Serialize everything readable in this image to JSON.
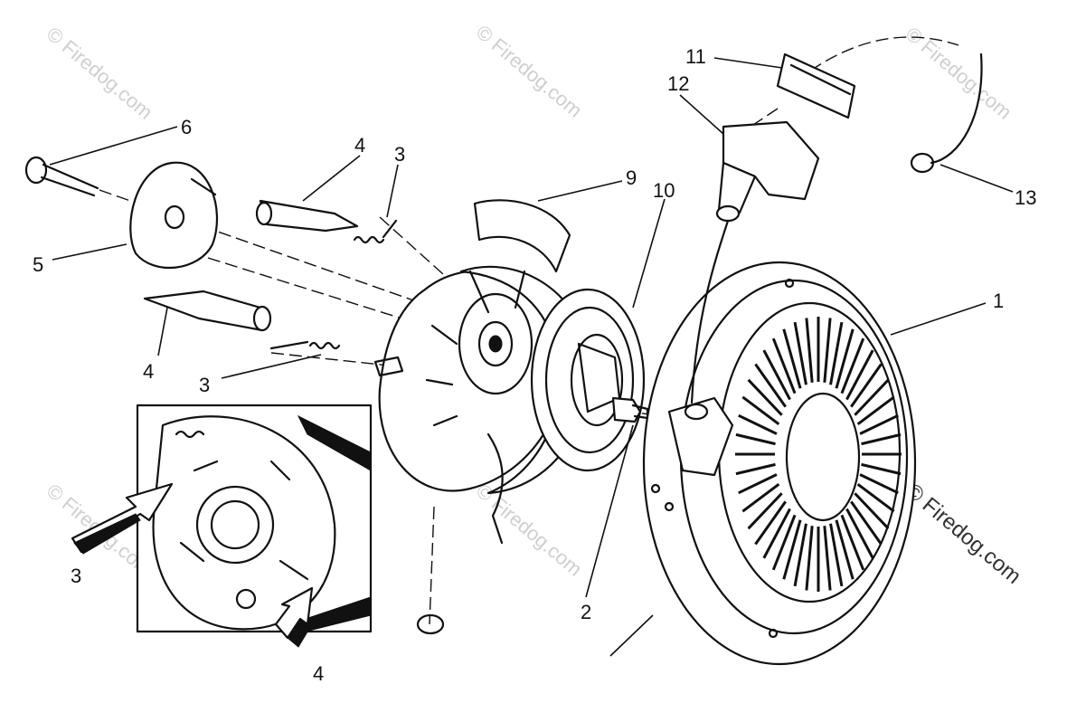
{
  "diagram": {
    "callouts": {
      "c1": "1",
      "c2": "2",
      "c3a": "3",
      "c3b": "3",
      "c3c": "3",
      "c4a": "4",
      "c4b": "4",
      "c4c": "4",
      "c5": "5",
      "c6": "6",
      "c9": "9",
      "c10": "10",
      "c11": "11",
      "c12": "12",
      "c13": "13"
    },
    "watermark": {
      "tl": "© Firedog.com",
      "tm": "© Firedog.com",
      "tr": "© Firedog.com",
      "bl": "© Firedog.com",
      "bm": "© Firedog.com",
      "right": "© Firedog.com"
    }
  }
}
